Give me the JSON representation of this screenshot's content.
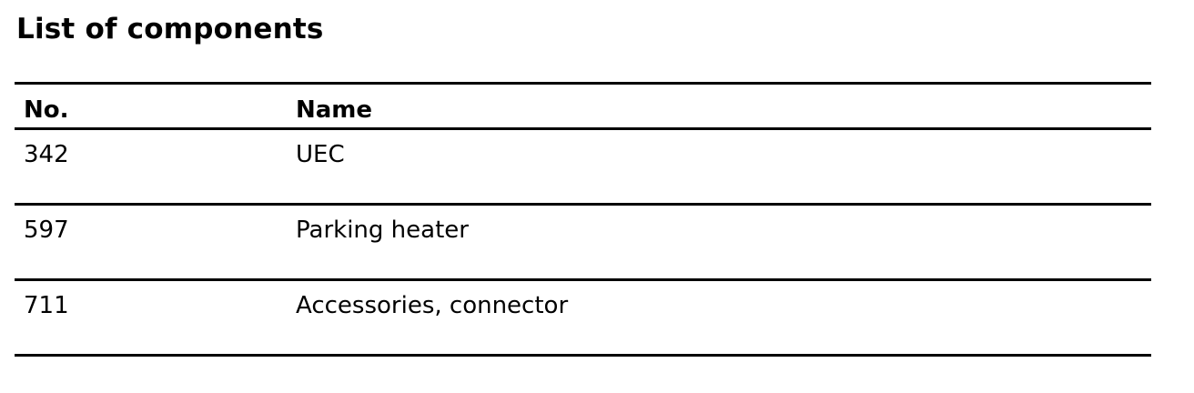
{
  "document": {
    "title": "List of components"
  },
  "table": {
    "headers": {
      "number": "No.",
      "name": "Name"
    },
    "rows": [
      {
        "number": "342",
        "name": "UEC"
      },
      {
        "number": "597",
        "name": "Parking heater"
      },
      {
        "number": "711",
        "name": "Accessories, connector"
      }
    ]
  }
}
